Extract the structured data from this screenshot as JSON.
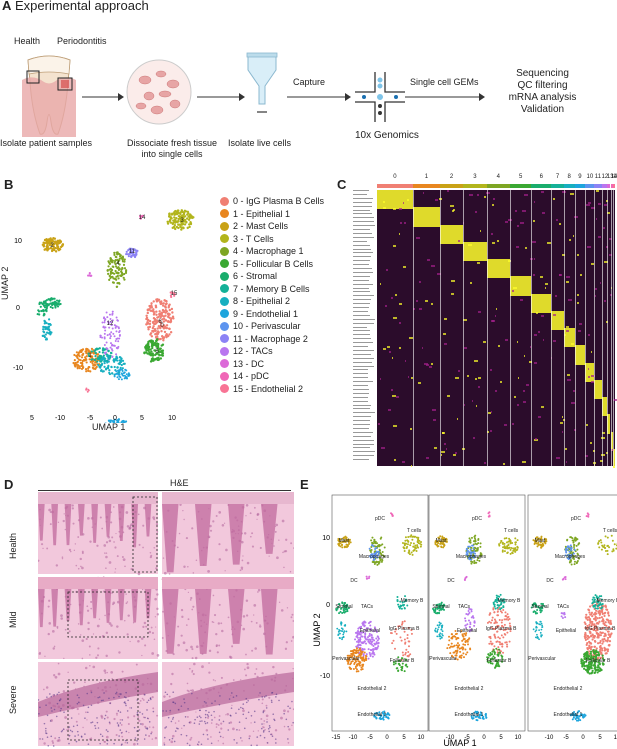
{
  "panel_a": {
    "letter": "A",
    "title": "Experimental approach",
    "health": "Health",
    "periodontitis": "Periodontitis",
    "step1": "Isolate patient samples",
    "step2_l1": "Dissociate fresh tissue",
    "step2_l2": "into single cells",
    "step3": "Isolate live cells",
    "capture": "Capture",
    "gems": "Single cell GEMs",
    "genomics": "10x Genomics",
    "seq1": "Sequencing",
    "seq2": "QC filtering",
    "seq3": "mRNA analysis",
    "seq4": "Validation"
  },
  "panel_b": {
    "letter": "B",
    "ylabel": "UMAP 2",
    "xlabel": "UMAP 1",
    "xticks": [
      "5",
      "-10",
      "-5",
      "0",
      "5",
      "10"
    ],
    "yticks": [
      "10",
      "0",
      "-10"
    ],
    "legend": [
      {
        "label": "0 - IgG Plasma B Cells",
        "color": "#f07f73"
      },
      {
        "label": "1 - Epithelial 1",
        "color": "#e8861f"
      },
      {
        "label": "2 - Mast Cells",
        "color": "#c9a216"
      },
      {
        "label": "3 - T Cells",
        "color": "#b2b51c"
      },
      {
        "label": "4 - Macrophage 1",
        "color": "#7ea623"
      },
      {
        "label": "5 - Follicular B Cells",
        "color": "#3aa832"
      },
      {
        "label": "6 - Stromal",
        "color": "#19ad6c"
      },
      {
        "label": "7 - Memory B Cells",
        "color": "#14b198"
      },
      {
        "label": "8 - Epithelial 2",
        "color": "#17afc0"
      },
      {
        "label": "9 - Endothelial 1",
        "color": "#1ea5dd"
      },
      {
        "label": "10 - Perivascular",
        "color": "#5d94ef"
      },
      {
        "label": "11 - Macrophage 2",
        "color": "#8c83f5"
      },
      {
        "label": "12 - TACs",
        "color": "#b976ef"
      },
      {
        "label": "13 - DC",
        "color": "#dc6ad8"
      },
      {
        "label": "14 - pDC",
        "color": "#f067b7"
      },
      {
        "label": "15 - Endothelial 2",
        "color": "#f87495"
      }
    ],
    "cluster_labels": [
      "2",
      "3",
      "4",
      "11",
      "14",
      "1",
      "9",
      "6",
      "0",
      "5",
      "15",
      "12"
    ]
  },
  "panel_c": {
    "letter": "C",
    "cluster_ids": [
      "0",
      "1",
      "2",
      "3",
      "4",
      "5",
      "6",
      "7",
      "8",
      "9",
      "10",
      "11",
      "12",
      "13",
      "14",
      "15"
    ],
    "colors": {
      "low": "#2b0c2b",
      "mid": "#a2208a",
      "high": "#ffff2b"
    }
  },
  "panel_d": {
    "letter": "D",
    "stain": "H&E",
    "rows": [
      "Health",
      "Mild",
      "Severe"
    ]
  },
  "panel_e": {
    "letter": "E",
    "ylabel": "UMAP 2",
    "xlabel": "UMAP 1",
    "xticks": [
      "-15",
      "-10",
      "-5",
      "0",
      "5",
      "10"
    ],
    "yticks": [
      "10",
      "0",
      "-10"
    ],
    "labels": {
      "pdc": "pDC",
      "tcells": "T cells",
      "mast": "Mast",
      "macrophages": "Macrophages",
      "dc": "DC",
      "memoryb": "Memory B",
      "stromal": "Stromal",
      "tacs": "TACs",
      "iggplasma": "IgG Plasma B",
      "epithelial": "Epithelial",
      "perivascular": "Perivascular",
      "follicularb": "Follicular B",
      "endothelial2": "Endothelial 2",
      "endothelial1": "Endothelial 1"
    }
  }
}
